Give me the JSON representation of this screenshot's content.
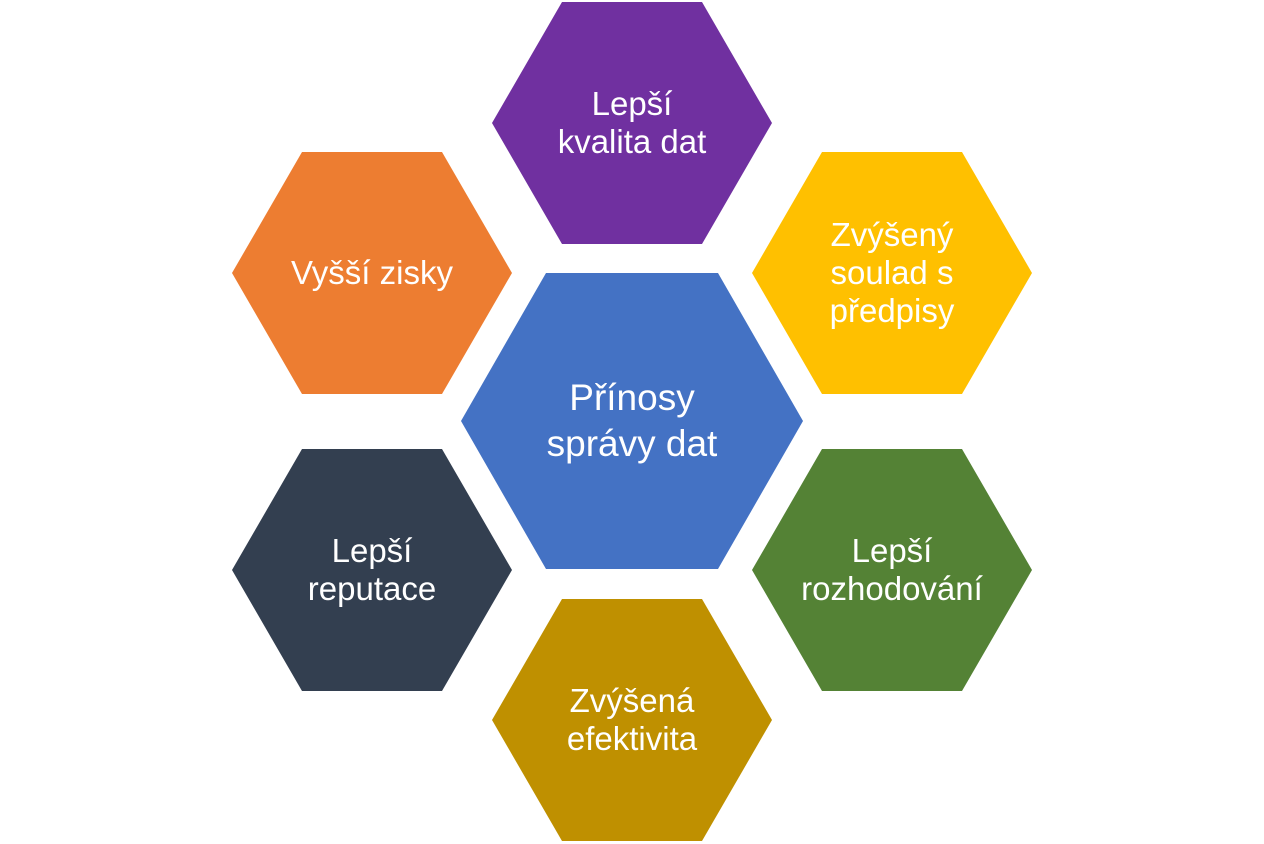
{
  "center": {
    "lines": [
      "Přínosy",
      "správy dat"
    ],
    "color": "#4472C4"
  },
  "benefits": [
    {
      "id": "kvalita",
      "lines": [
        "Lepší",
        "kvalita dat"
      ],
      "color": "#7030A0"
    },
    {
      "id": "soulad",
      "lines": [
        "Zvýšený",
        "soulad s",
        "předpisy"
      ],
      "color": "#FFC000"
    },
    {
      "id": "rozhodovani",
      "lines": [
        "Lepší",
        "rozhodování"
      ],
      "color": "#548235"
    },
    {
      "id": "efektivita",
      "lines": [
        "Zvýšená",
        "efektivita"
      ],
      "color": "#BF9000"
    },
    {
      "id": "reputace",
      "lines": [
        "Lepší",
        "reputace"
      ],
      "color": "#333F50"
    },
    {
      "id": "zisky",
      "lines": [
        "Vyšší zisky"
      ],
      "color": "#ED7D31"
    }
  ]
}
